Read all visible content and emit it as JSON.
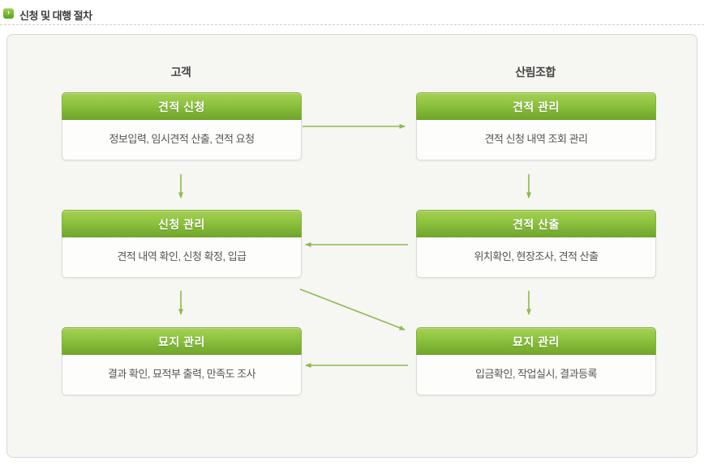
{
  "page": {
    "title": "신청 및 대행 절차"
  },
  "diagram": {
    "columns": [
      {
        "id": "customer",
        "label": "고객"
      },
      {
        "id": "forest_coop",
        "label": "산림조합"
      }
    ],
    "boxes": [
      {
        "col": "customer",
        "row": 1,
        "title": "견적 신청",
        "desc": "정보입력, 임시견적 산출, 견적 요청"
      },
      {
        "col": "forest_coop",
        "row": 1,
        "title": "견적 관리",
        "desc": "견적 신청 내역 조회 관리"
      },
      {
        "col": "customer",
        "row": 2,
        "title": "신청 관리",
        "desc": "견적 내역 확인, 신청 확정, 입급"
      },
      {
        "col": "forest_coop",
        "row": 2,
        "title": "견적 산출",
        "desc": "위치확인, 현장조사, 견적 산출"
      },
      {
        "col": "customer",
        "row": 3,
        "title": "묘지 관리",
        "desc": "결과 확인, 묘적부 출력, 만족도 조사"
      },
      {
        "col": "forest_coop",
        "row": 3,
        "title": "묘지 관리",
        "desc": "입금확인, 작업실시, 결과등록"
      }
    ],
    "arrows": [
      {
        "from": "견적 신청",
        "to": "견적 관리",
        "direction": "right"
      },
      {
        "from": "견적 산출",
        "to": "신청 관리",
        "direction": "left"
      },
      {
        "from": "신청 관리",
        "to": "묘지 관리(산림조합)",
        "direction": "diagonal-down-right"
      },
      {
        "from": "묘지 관리(산림조합)",
        "to": "묘지 관리(고객)",
        "direction": "left"
      },
      {
        "from": "견적 신청",
        "to": "신청 관리",
        "direction": "down"
      },
      {
        "from": "신청 관리",
        "to": "묘지 관리(고객)",
        "direction": "down"
      },
      {
        "from": "견적 관리",
        "to": "견적 산출",
        "direction": "down"
      },
      {
        "from": "견적 산출",
        "to": "묘지 관리(산림조합)",
        "direction": "down"
      }
    ],
    "colors": {
      "header_gradient_top": "#a6d055",
      "header_gradient_bottom": "#71a62c",
      "arrow": "#8cbb4d",
      "panel_bg": "#f6f6f3",
      "panel_border": "#d9d9d2"
    }
  }
}
